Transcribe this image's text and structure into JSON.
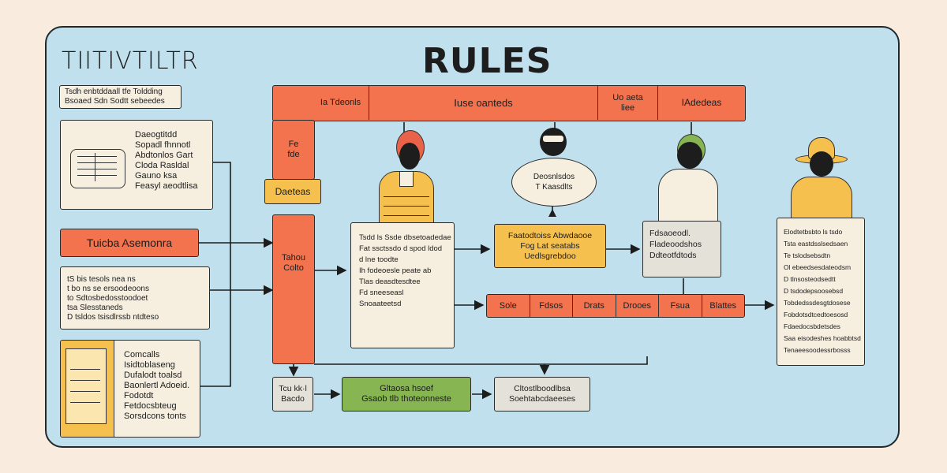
{
  "header": {
    "left_title": "TIITIVTILTR",
    "title": "RULES"
  },
  "left_column": {
    "note": [
      "Tsdh enbtddaall tfe Toldding",
      "Bsoaed Sdn Sodtt sebeedes"
    ],
    "card1": [
      "Daeogtitdd",
      "Sopadl fhnnotl",
      "Abdtonlos Gart",
      "Cloda Rasldal",
      "Gauno ksa",
      "Feasyl aeodtlisa"
    ],
    "banner": "Tuicba Asemonra",
    "card2": [
      "tS  bis  tesols  nea  ns",
      "t  bo  ns  se  ersoodeoons",
      "to  Sdtosbedosstoodoet",
      "tsa  Slesstaneds",
      "D  tsldos  tsisdlrssb  ntdteso"
    ],
    "card3": [
      "Comcalls",
      "Isidtoblaseng",
      "Dufalodt  toalsd",
      "Baonlertl Adoeid.",
      "Fodotdt",
      "Fetdocsbteug",
      "Sorsdcons tonts"
    ]
  },
  "top_bar": {
    "cells": [
      "Ia Tdeonls",
      "Iuse oanteds",
      "Uo aeta\nliee",
      "IAdedeas"
    ]
  },
  "flow": {
    "left_red": "Fe\nfde",
    "yellow_tag": "Daeteas",
    "mid_red": "Tahou\nColto",
    "doc_a": [
      "Tsdd ls  Ssde  dbsetoadedae",
      "Fat  ssctssdo  d  spod  ldod",
      "d  lne  toodte",
      "Ih  fodeoesle   peate  ab",
      "Tlas  deasdtesdtee",
      "Fd  sneeseasl",
      "Snoaateetsd"
    ],
    "bubble": [
      "Deosnlsdos",
      "T  Kaasdlts"
    ],
    "yellow_box": [
      "Faatodtoiss Abwdaooe",
      "Fog  Lat  seatabs",
      "Uedlsgrebdoo"
    ],
    "gray_box": [
      "Fdsaoeodl.",
      "Fladeoodshos",
      "Ddteotfdtods"
    ],
    "row_cells": [
      "Sole",
      "Fdsos",
      "Drats",
      "Drooes",
      "Fsua",
      "Blattes"
    ],
    "doc_b": [
      "Elodtetbsbto  ls  tsdo",
      "Tsta  eastdsslsedsaen",
      "Te  tslodsebsdtn",
      "Ol  ebeedsesdateodsm",
      "D  tlnsosteodsedtt",
      "D  tsdodepsoosebsd",
      "Tobdedssdesgtdosese",
      "Fobdotsdtcedtoesosd",
      "Fdaedocsbdetsdes",
      "Saa  eisodeshes  hoabbtsd",
      "Tenaeesoodessrbosss"
    ],
    "bottom_small": [
      "Tcu kk·l",
      "Bacdo"
    ],
    "bottom_green": [
      "Gltaosa hsoef",
      "Gsaob  tlb  thoteonneste"
    ],
    "bottom_gray": [
      "Cltostlboodlbsa",
      "Soehtabcdaeeses"
    ]
  },
  "colors": {
    "background": "#f9ebdd",
    "panel": "#bfe0ec",
    "orange": "#f2734d",
    "yellow": "#f5c04e",
    "green": "#86b552",
    "cream": "#f6efe0"
  }
}
